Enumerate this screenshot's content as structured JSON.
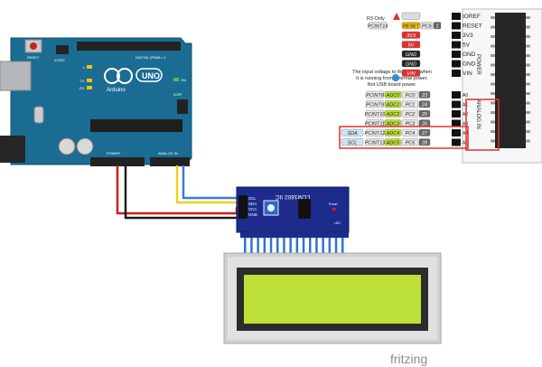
{
  "arduino": {
    "reset": "RESET",
    "icsp2": "ICSP2",
    "icsp": "ICSP",
    "brand": "Arduino",
    "model": "UNO",
    "tx": "TX",
    "rx": "RX",
    "l": "L",
    "on": "ON",
    "digital": "DIGITAL (PWM=~)",
    "power": "POWER",
    "analog": "ANALOG IN"
  },
  "module": {
    "title": "LCM1602 IIC",
    "pins": [
      "SCL",
      "SDA",
      "VCC",
      "GND"
    ],
    "power_label": "Power",
    "led_label": "LED"
  },
  "pinout": {
    "r3_only": "R3 Only",
    "note_line1": "The input voltage to the board when",
    "note_line2": "it is running from external power.",
    "note_line3": "Not USB board power.",
    "top_header": [
      {
        "port": "",
        "func": "",
        "label": "IOREF"
      },
      {
        "port": "PCINT14",
        "func": "RESET",
        "chip": "PC6",
        "num": "1",
        "label": "RESET"
      },
      {
        "func": "3V3",
        "label": "3V3"
      },
      {
        "func": "5V",
        "label": "5V"
      },
      {
        "func": "GND",
        "label": "GND"
      },
      {
        "func": "GND",
        "label": "GND"
      },
      {
        "func": "VIN",
        "label": "VIN"
      }
    ],
    "analog_rows": [
      {
        "port": "PCINT8",
        "adc": "ADC0",
        "pc": "PC0",
        "num": "23",
        "a": "A0"
      },
      {
        "port": "PCINT9",
        "adc": "ADC1",
        "pc": "PC1",
        "num": "24",
        "a": "A1"
      },
      {
        "port": "PCINT10",
        "adc": "ADC2",
        "pc": "PC2",
        "num": "25",
        "a": "A2"
      },
      {
        "port": "PCINT11",
        "adc": "ADC3",
        "pc": "PC3",
        "num": "26",
        "a": "A3"
      },
      {
        "sig": "SDA",
        "port": "PCINT12",
        "adc": "ADC4",
        "pc": "PC4",
        "num": "27",
        "a": "A4"
      },
      {
        "sig": "SCL",
        "port": "PCINT13",
        "adc": "ADC5",
        "pc": "PC5",
        "num": "28",
        "a": "A5"
      }
    ],
    "power_vertical": "POWER",
    "analog_vertical": "ANALOG IN"
  },
  "footer": {
    "logo": "fritzing"
  },
  "colors": {
    "board": "#1b6c93",
    "wire_red": "#d21a1a",
    "wire_black": "#1a1a1a",
    "wire_yellow": "#f2d21a",
    "wire_blue": "#3a7bd5",
    "lcd_green": "#bde038",
    "module_blue": "#1d2c8c"
  }
}
